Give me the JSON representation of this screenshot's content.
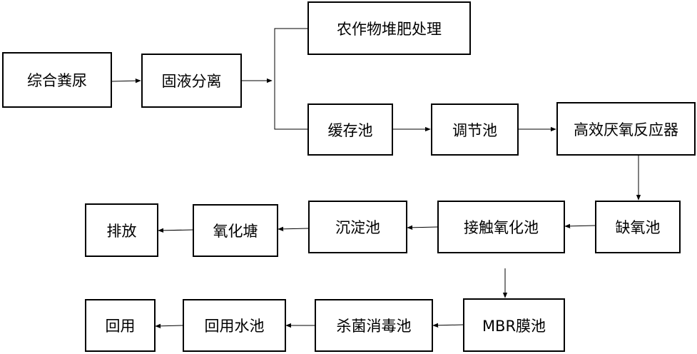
{
  "nodes": {
    "composite_manure": "综合粪尿",
    "solid_liquid_separation": "固液分离",
    "crop_composting": "农作物堆肥处理",
    "buffer_tank": "缓存池",
    "regulating_tank": "调节池",
    "anaerobic_reactor": "高效厌氧反应器",
    "anoxic_tank": "缺氧池",
    "contact_oxidation_tank": "接触氧化池",
    "sedimentation_tank": "沉淀池",
    "oxidation_pond": "氧化塘",
    "discharge": "排放",
    "mbr_tank": "MBR膜池",
    "disinfection_tank": "杀菌消毒池",
    "reuse_water_tank": "回用水池",
    "reuse": "回用"
  }
}
